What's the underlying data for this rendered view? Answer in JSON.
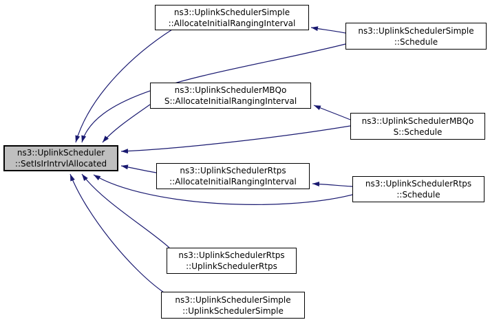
{
  "diagram": {
    "kind": "doxygen-caller-graph",
    "colors": {
      "edge": "#191970",
      "highlight_fill": "#bfbfbf",
      "node_fill": "#ffffff",
      "border": "#000000",
      "text": "#000000"
    },
    "nodes": {
      "central": {
        "line1": "ns3::UplinkScheduler",
        "line2": "::SetIsIrIntrvlAllocated",
        "highlighted": true
      },
      "simple_allocate": {
        "line1": "ns3::UplinkSchedulerSimple",
        "line2": "::AllocateInitialRangingInterval",
        "highlighted": false
      },
      "simple_schedule": {
        "line1": "ns3::UplinkSchedulerSimple",
        "line2": "::Schedule",
        "highlighted": false
      },
      "mbqos_allocate": {
        "line1": "ns3::UplinkSchedulerMBQo",
        "line2": "S::AllocateInitialRangingInterval",
        "highlighted": false
      },
      "mbqos_schedule": {
        "line1": "ns3::UplinkSchedulerMBQo",
        "line2": "S::Schedule",
        "highlighted": false
      },
      "rtps_allocate": {
        "line1": "ns3::UplinkSchedulerRtps",
        "line2": "::AllocateInitialRangingInterval",
        "highlighted": false
      },
      "rtps_schedule": {
        "line1": "ns3::UplinkSchedulerRtps",
        "line2": "::Schedule",
        "highlighted": false
      },
      "rtps_ctor": {
        "line1": "ns3::UplinkSchedulerRtps",
        "line2": "::UplinkSchedulerRtps",
        "highlighted": false
      },
      "simple_ctor": {
        "line1": "ns3::UplinkSchedulerSimple",
        "line2": "::UplinkSchedulerSimple",
        "highlighted": false
      }
    },
    "edges": [
      {
        "from": "simple_allocate",
        "to": "central"
      },
      {
        "from": "simple_schedule",
        "to": "central"
      },
      {
        "from": "simple_schedule",
        "to": "simple_allocate"
      },
      {
        "from": "mbqos_allocate",
        "to": "central"
      },
      {
        "from": "mbqos_schedule",
        "to": "central"
      },
      {
        "from": "mbqos_schedule",
        "to": "mbqos_allocate"
      },
      {
        "from": "rtps_allocate",
        "to": "central"
      },
      {
        "from": "rtps_schedule",
        "to": "central"
      },
      {
        "from": "rtps_schedule",
        "to": "rtps_allocate"
      },
      {
        "from": "rtps_ctor",
        "to": "central"
      },
      {
        "from": "simple_ctor",
        "to": "central"
      }
    ]
  }
}
